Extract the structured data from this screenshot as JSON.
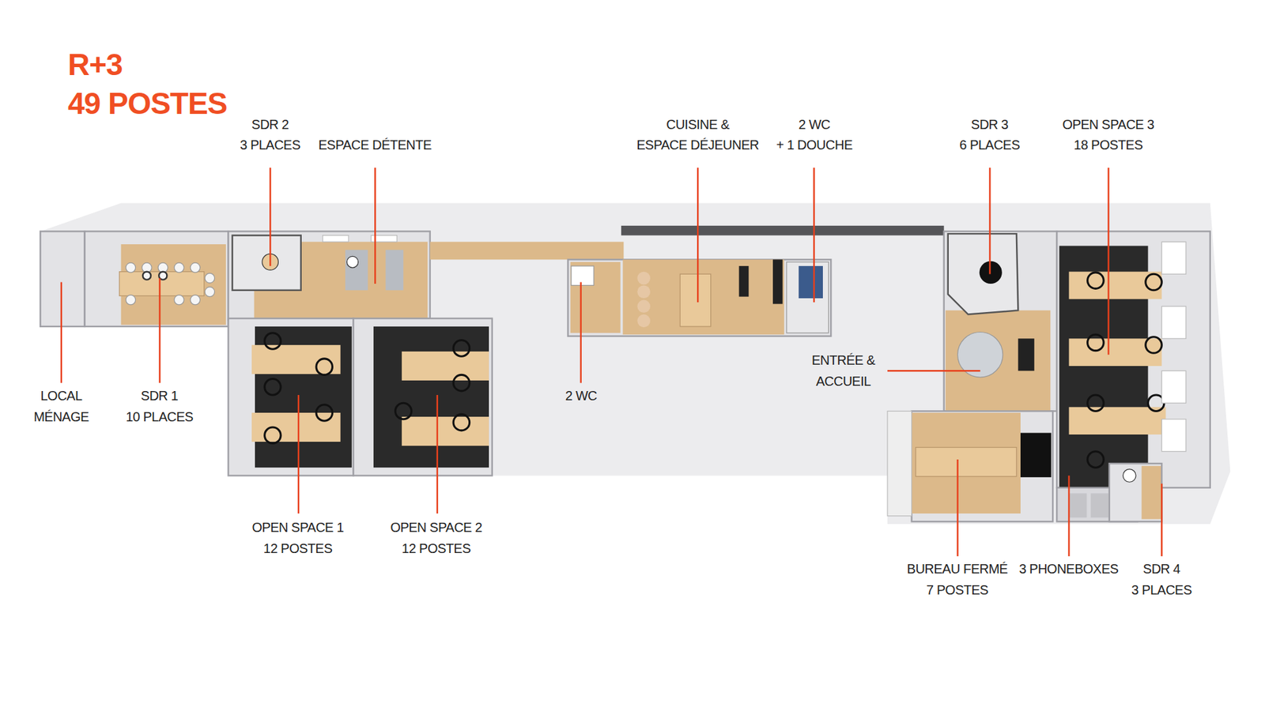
{
  "diagram": {
    "title": "R+3",
    "labels": [
      "49 POSTES",
      "SDR 2",
      "3 PLACES",
      "ESPACE DÉTENTE",
      "CUISINE &",
      "ESPACE DÉJEUNER",
      "2 WC",
      "+ 1 DOUCHE",
      "SDR 3",
      "6 PLACES",
      "OPEN SPACE 3",
      "18 POSTES",
      "LOCAL",
      "MÉNAGE",
      "SDR 1",
      "10 PLACES",
      "2 WC",
      "ENTRÉE &",
      "ACCUEIL",
      "OPEN SPACE 1",
      "12 POSTES",
      "OPEN SPACE 2",
      "12 POSTES",
      "BUREAU FERMÉ",
      "7 POSTES",
      "3 PHONEBOXES",
      "SDR 4",
      "3 PLACES"
    ]
  }
}
